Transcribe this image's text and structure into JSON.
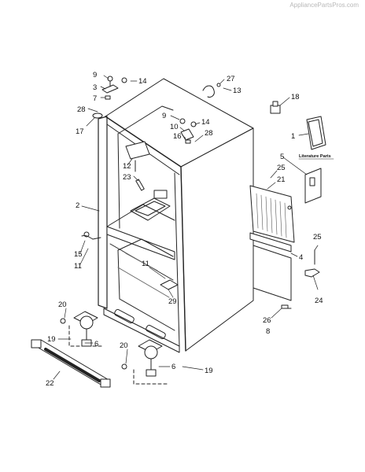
{
  "watermark": "AppliancePartsPros.com",
  "literature_label": "Literature Parts",
  "callouts": {
    "c9a": "9",
    "c14a": "14",
    "c3": "3",
    "c7": "7",
    "c28a": "28",
    "c17": "17",
    "c27": "27",
    "c13": "13",
    "c18": "18",
    "c1": "1",
    "c9b": "9",
    "c14b": "14",
    "c10": "10",
    "c16": "16",
    "c28b": "28",
    "c5": "5",
    "c25a": "25",
    "c21": "21",
    "c12": "12",
    "c23": "23",
    "c2": "2",
    "c15": "15",
    "c11a": "11",
    "c11b": "11",
    "c29": "29",
    "c4": "4",
    "c25b": "25",
    "c24": "24",
    "c26": "26",
    "c8": "8",
    "c20a": "20",
    "c19a": "19",
    "c6a": "6",
    "c22": "22",
    "c20b": "20",
    "c6b": "6",
    "c19b": "19"
  }
}
